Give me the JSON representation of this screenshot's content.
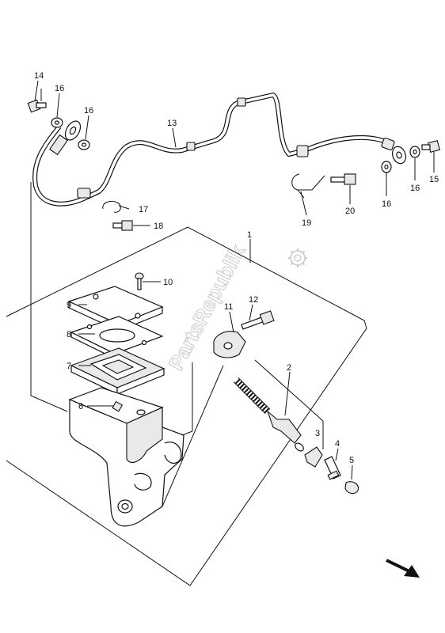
{
  "watermark": "PartsRepublik",
  "callouts": {
    "p1": "1",
    "p2": "2",
    "p3": "3",
    "p4": "4",
    "p5": "5",
    "p6": "6",
    "p7": "7",
    "p8": "8",
    "p9": "9",
    "p10": "10",
    "p11": "11",
    "p12": "12",
    "p13": "13",
    "p14": "14",
    "p15": "15",
    "p16a": "16",
    "p16b": "16",
    "p16c": "16",
    "p16d": "16",
    "p17": "17",
    "p18": "18",
    "p19": "19",
    "p20": "20"
  },
  "icons": {
    "direction": "arrow-down-right-icon",
    "gear": "gear-icon"
  }
}
